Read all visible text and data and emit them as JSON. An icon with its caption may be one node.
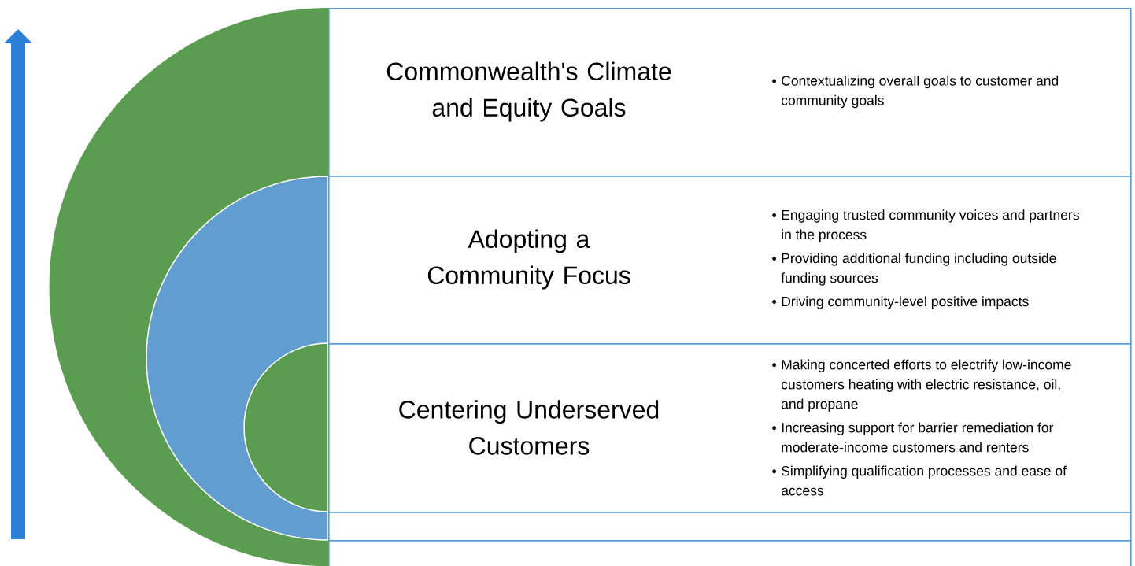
{
  "diagram": {
    "nodes": [
      {
        "text": [
          "Commonwealth's Climate and Equity Goals",
          "Contextualizing overall goals to customer and community goals"
        ]
      },
      {
        "text": [
          "Adopting a Community Focus",
          "Engaging trusted community voices and partners in the process",
          "Providing additional funding including outside funding sources",
          "Driving community-level positive impacts"
        ]
      },
      {
        "text": [
          "Centering Underserved Customers",
          "Making concerted efforts to electrify low-income customers heating with electric resistance, oil, and propane",
          "Increasing support for barrier remediation for moderate-income customers and renters",
          "Simplifying qualification processes and ease of access"
        ]
      },
      {
        "text": [],
        "shape": "box"
      },
      {
        "text": [],
        "shape": "box"
      }
    ]
  }
}
